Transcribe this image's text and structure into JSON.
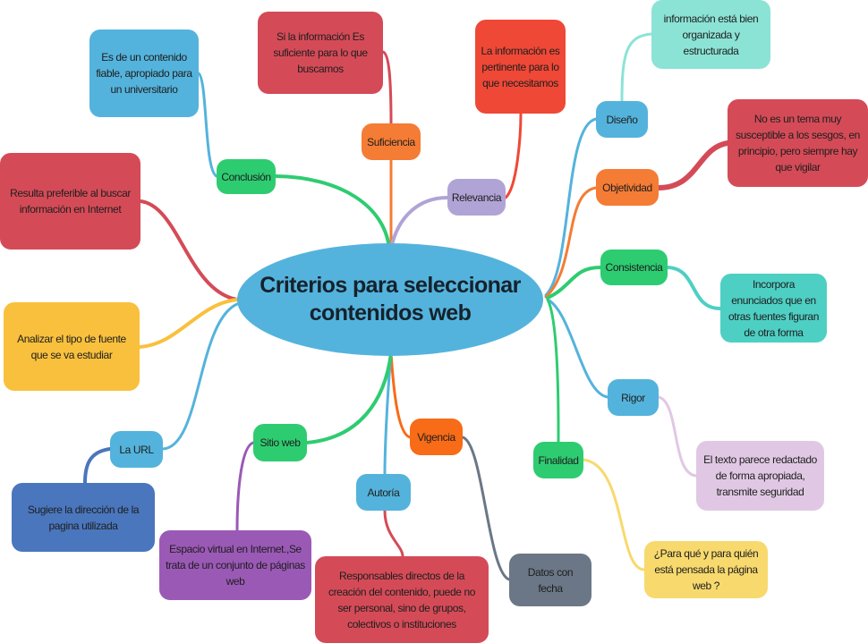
{
  "central_topic": {
    "line1": "Criterios para seleccionar",
    "line2": "contenidos web",
    "color": "#54b3dc"
  },
  "nodes": [
    {
      "id": "conclusion",
      "text": "Conclusión",
      "color": "#2ecc71"
    },
    {
      "id": "conclusion-detail",
      "text": "Es de un contenido fiable, apropiado para un universitario",
      "color": "#54b3dc"
    },
    {
      "id": "suficiencia",
      "text": "Suficiencia",
      "color": "#f47c35"
    },
    {
      "id": "suficiencia-detail",
      "text": "Si la información Es suficiente para lo que buscamos",
      "color": "#d44b57"
    },
    {
      "id": "relevancia",
      "text": "Relevancia",
      "color": "#b0a4d6"
    },
    {
      "id": "relevancia-detail",
      "text": "La información es pertinente para lo que necesitamos",
      "color": "#ef4836"
    },
    {
      "id": "diseno",
      "text": "Diseño",
      "color": "#54b3dc"
    },
    {
      "id": "diseno-detail",
      "text": "información está bien organizada y estructurada",
      "color": "#8be3d6"
    },
    {
      "id": "objetividad",
      "text": "Objetividad",
      "color": "#f47c35"
    },
    {
      "id": "objetividad-detail",
      "text": "No es un tema muy susceptible a los sesgos, en principio, pero siempre hay que vigilar",
      "color": "#d44b57"
    },
    {
      "id": "consistencia",
      "text": "Consistencia",
      "color": "#2ecc71"
    },
    {
      "id": "consistencia-detail",
      "text": "Incorpora enunciados que en otras fuentes figuran de otra forma",
      "color": "#4ecfc4"
    },
    {
      "id": "rigor",
      "text": "Rigor",
      "color": "#54b3dc"
    },
    {
      "id": "rigor-detail",
      "text": "El texto parece redactado de forma apropiada, transmite seguridad",
      "color": "#e0c8e4"
    },
    {
      "id": "finalidad",
      "text": "Finalidad",
      "color": "#2ecc71"
    },
    {
      "id": "finalidad-detail",
      "text": "¿Para qué y para quién está pensada la página web ?",
      "color": "#f8d96e"
    },
    {
      "id": "vigencia",
      "text": "Vigencia",
      "color": "#f86b17"
    },
    {
      "id": "vigencia-detail",
      "text": "Datos con fecha",
      "color": "#6b7786"
    },
    {
      "id": "autoria",
      "text": "Autoría",
      "color": "#54b3dc"
    },
    {
      "id": "autoria-detail",
      "text": "Responsables directos de la creación del contenido, puede no ser personal, sino de grupos, colectivos o instituciones",
      "color": "#d44b57"
    },
    {
      "id": "sitio-web",
      "text": "Sitio web",
      "color": "#2ecc71"
    },
    {
      "id": "sitio-web-detail",
      "text": "Espacio virtual en Internet.,Se trata de un conjunto de páginas web",
      "color": "#9b59b6"
    },
    {
      "id": "la-url",
      "text": "La URL",
      "color": "#54b3dc"
    },
    {
      "id": "la-url-detail",
      "text": "Sugiere la dirección de la pagina utilizada",
      "color": "#4a76bd"
    },
    {
      "id": "resulta-preferible",
      "text": "Resulta preferible al buscar información en Internet",
      "color": "#d44b57"
    },
    {
      "id": "analizar-fuente",
      "text": "Analizar el tipo de fuente que se va estudiar",
      "color": "#f9c03d"
    }
  ]
}
